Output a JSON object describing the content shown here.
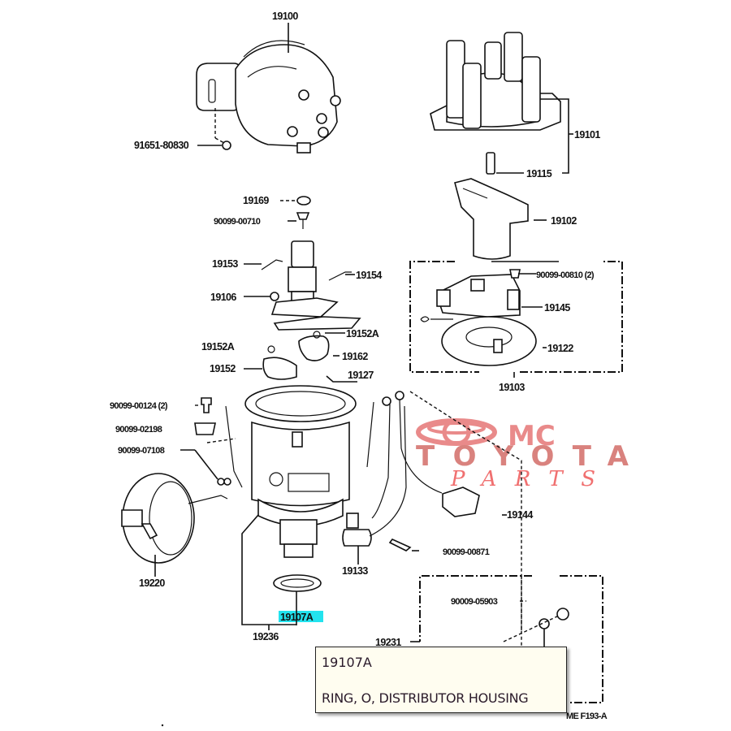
{
  "diagram": {
    "title_code": "ME F193-A",
    "labels": {
      "assembly": "19100",
      "screw_91651": "91651-80830",
      "cap": "19101",
      "cap_spring": "19115",
      "rotor": "19102",
      "breaker_group": "19103",
      "screw_90099_00810": "90099-00810 (2)",
      "signal_rotor": "19145",
      "pickup_plate": "19122",
      "seal_19169": "19169",
      "screw_90099_00710": "90099-00710",
      "spring_19153": "19153",
      "spring_19154": "19154",
      "shaft": "19106",
      "pin_19152a_right": "19152A",
      "pin_19152a_left": "19152A",
      "weight_right": "19162",
      "weight_left": "19152",
      "gasket_19127": "19127",
      "screw_90099_00124": "90099-00124 (2)",
      "clamp_90099_02198": "90099-02198",
      "screw_90099_07108": "90099-07108",
      "vacuum_advancer": "19220",
      "housing_set": "19236",
      "o_ring": "19107A",
      "condenser": "19133",
      "screw_90099_00871": "90099-00871",
      "wire_harness": "19144",
      "nut_90009_05903": "90009-05903",
      "housing_19231": "19231"
    },
    "highlighted_part": "19107A"
  },
  "watermark": {
    "line1": "MC",
    "line2": "TOYOTA",
    "line3": "PARTS",
    "logo": "toyota-logo-icon",
    "color": "#e98a8a"
  },
  "tooltip": {
    "part_number": "19107A",
    "description": "RING, O, DISTRIBUTOR HOUSING"
  },
  "colors": {
    "highlight": "#22e3ee",
    "tooltip_bg": "#fffdf0",
    "line": "#111111"
  }
}
